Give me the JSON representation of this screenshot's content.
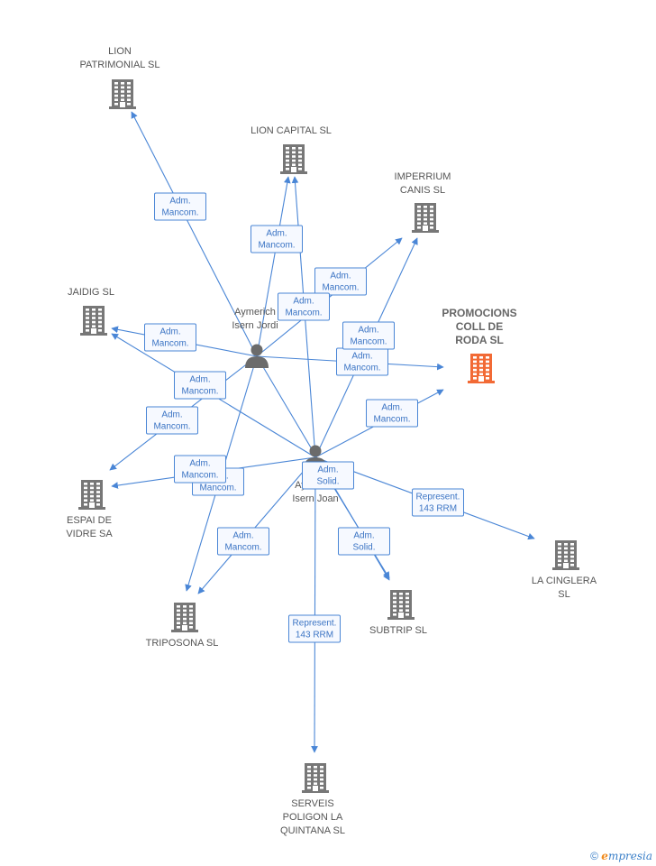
{
  "companies": [
    {
      "id": "lion_patrimonial",
      "label": "LION\nPATRIMONIAL SL"
    },
    {
      "id": "lion_capital",
      "label": "LION CAPITAL SL"
    },
    {
      "id": "imperrium",
      "label": "IMPERRIUM\nCANIS SL"
    },
    {
      "id": "promocions",
      "label": "PROMOCIONS\nCOLL DE\nRODA SL",
      "highlight": true
    },
    {
      "id": "jaidig",
      "label": "JAIDIG SL"
    },
    {
      "id": "espai",
      "label": "ESPAI DE\nVIDRE SA"
    },
    {
      "id": "triposona",
      "label": "TRIPOSONA SL"
    },
    {
      "id": "subtrip",
      "label": "SUBTRIP SL"
    },
    {
      "id": "cinglera",
      "label": "LA CINGLERA\nSL"
    },
    {
      "id": "serveis",
      "label": "SERVEIS\nPOLIGON LA\nQUINTANA  SL"
    }
  ],
  "persons": [
    {
      "id": "jordi",
      "label": "Aymerich\nIsern Jordi"
    },
    {
      "id": "joan",
      "label": "Aymerich\nIsern Joan"
    }
  ],
  "edges": [
    {
      "from": "jordi",
      "to": "lion_patrimonial",
      "label": "Adm.\nMancom."
    },
    {
      "from": "jordi",
      "to": "lion_capital",
      "label": "Adm.\nMancom."
    },
    {
      "from": "jordi",
      "to": "imperrium",
      "label": "Adm.\nMancom."
    },
    {
      "from": "jordi",
      "to": "promocions",
      "label": "Adm.\nMancom."
    },
    {
      "from": "jordi",
      "to": "jaidig",
      "label": "Adm.\nMancom."
    },
    {
      "from": "jordi",
      "to": "espai",
      "label": "Adm.\nMancom."
    },
    {
      "from": "jordi",
      "to": "triposona",
      "label": "Adm.\nMancom."
    },
    {
      "from": "jordi",
      "to": "subtrip",
      "label": "Adm.\nSolid."
    },
    {
      "from": "joan",
      "to": "lion_capital",
      "label": "Adm.\nMancom."
    },
    {
      "from": "joan",
      "to": "imperrium",
      "label": "Adm.\nMancom."
    },
    {
      "from": "joan",
      "to": "promocions",
      "label": "Adm.\nMancom."
    },
    {
      "from": "joan",
      "to": "jaidig",
      "label": "Adm.\nMancom."
    },
    {
      "from": "joan",
      "to": "espai",
      "label": "Adm.\nMancom."
    },
    {
      "from": "joan",
      "to": "triposona",
      "label": "Adm.\nMancom."
    },
    {
      "from": "joan",
      "to": "subtrip",
      "label": "Adm.\nSolid."
    },
    {
      "from": "joan",
      "to": "cinglera",
      "label": "Represent.\n143 RRM"
    },
    {
      "from": "joan",
      "to": "serveis",
      "label": "Represent.\n143 RRM"
    }
  ],
  "footer": {
    "copyright": "©",
    "brand_initial": "e",
    "brand_rest": "mpresia"
  },
  "colors": {
    "edge": "#4a86d6",
    "node": "#777777",
    "highlight": "#f26a35"
  }
}
